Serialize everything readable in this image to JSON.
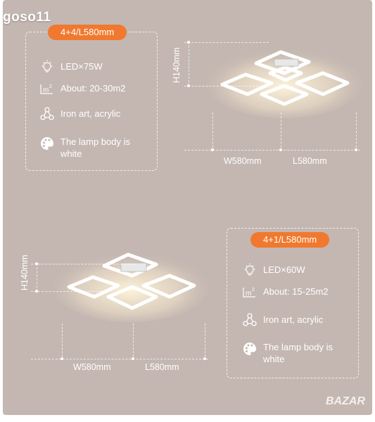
{
  "watermark": "goso11",
  "logo": "BAZAR",
  "product_a": {
    "title": "4+4/L580mm",
    "specs": [
      {
        "icon": "bulb-icon",
        "text": "LED×75W"
      },
      {
        "icon": "area-icon",
        "text": "About: 20-30m2"
      },
      {
        "icon": "molecule-icon",
        "text": "Iron art, acrylic"
      },
      {
        "icon": "palette-icon",
        "text": "The lamp body is white"
      }
    ],
    "height": "H140mm",
    "width": "W580mm",
    "length": "L580mm"
  },
  "product_b": {
    "title": "4+1/L580mm",
    "specs": [
      {
        "icon": "bulb-icon",
        "text": "LED×60W"
      },
      {
        "icon": "area-icon",
        "text": "About: 15-25m2"
      },
      {
        "icon": "molecule-icon",
        "text": "Iron art, acrylic"
      },
      {
        "icon": "palette-icon",
        "text": "The lamp body is white"
      }
    ],
    "height": "H140mm",
    "width": "W580mm",
    "length": "L580mm"
  },
  "colors": {
    "panel": "#c4b7b1",
    "accent": "#f0792f",
    "text": "#ffffff"
  }
}
